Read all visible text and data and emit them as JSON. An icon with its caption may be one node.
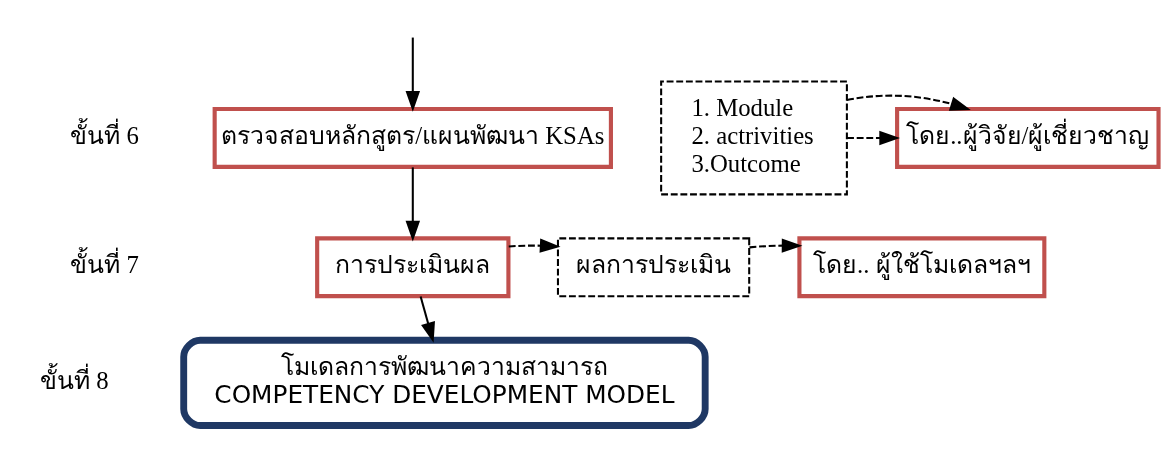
{
  "diagram": {
    "nodes": [
      {
        "text": [
          "ตรวจสอบหลักสูตร/แผนพัฒนา KSAs"
        ]
      },
      {
        "text": [
          "1. Module",
          "2. actrivities",
          "3.Outcome"
        ]
      },
      {
        "text": [
          "โดย..ผู้วิจัย/ผู้เชี่ยวชาญ"
        ]
      },
      {
        "text": [
          "การประเมินผล"
        ]
      },
      {
        "text": [
          "ผลการประเมิน"
        ]
      },
      {
        "text": [
          "โดย.. ผู้ใช้โมเดลฯลฯ"
        ]
      },
      {
        "text": [
          "โมเดลการพัฒนาความสามารถ",
          "COMPETENCY DEVELOPMENT MODEL"
        ]
      }
    ],
    "edges": [
      {
        "from": null,
        "to": 0,
        "arrow": "to"
      },
      {
        "from": 0,
        "to": 3,
        "arrow": "to"
      },
      {
        "from": 1,
        "to": 2,
        "arrow": "to",
        "style": "dashed"
      },
      {
        "from": 1,
        "to": 2,
        "arrow": "to",
        "style": "dashed"
      },
      {
        "from": 3,
        "to": 4,
        "arrow": "to",
        "style": "dashed"
      },
      {
        "from": 4,
        "to": 5,
        "arrow": "to",
        "style": "dashed"
      },
      {
        "from": 3,
        "to": 6,
        "arrow": "to"
      }
    ],
    "labels": [
      "ขั้นที่ 6",
      "ขั้นที่ 7",
      "ขั้นที่ 8"
    ]
  }
}
